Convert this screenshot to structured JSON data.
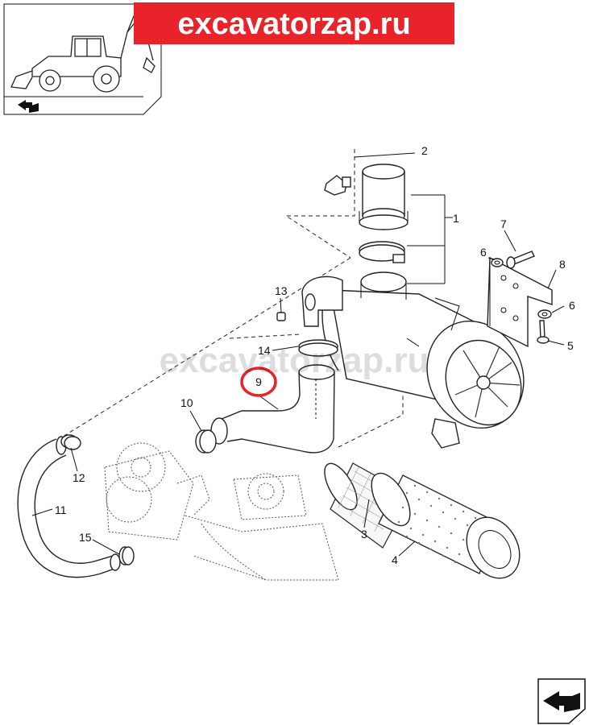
{
  "banner": {
    "text": "excavatorzap.ru",
    "color": "#e8232a"
  },
  "watermark": {
    "text": "excavatorzap.ru"
  },
  "highlight": {
    "label": "9",
    "color": "#e8232a"
  },
  "callouts": {
    "c1": "1",
    "c2": "2",
    "c3": "3",
    "c4": "4",
    "c5": "5",
    "c6a": "6",
    "c6b": "6",
    "c7": "7",
    "c8": "8",
    "c10": "10",
    "c11": "11",
    "c12": "12",
    "c13": "13",
    "c14": "14",
    "c15": "15"
  },
  "icons": {
    "thumbnail": "backhoe-loader-thumbnail",
    "nav_top": "arrow-book-icon",
    "nav_bottom": "arrow-book-icon"
  }
}
